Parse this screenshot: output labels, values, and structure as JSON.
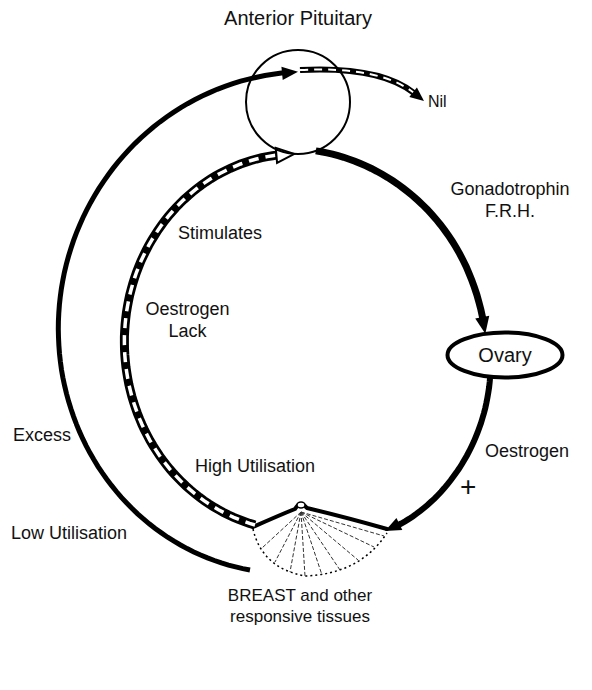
{
  "diagram": {
    "nodes": [
      {
        "text": [
          "Anterior Pituitary"
        ]
      },
      {
        "text": [
          "Ovary"
        ]
      },
      {
        "text": [
          "BREAST and other responsive tissues"
        ]
      }
    ],
    "edges": [
      {
        "from": 0,
        "to": 1,
        "arrow": "to",
        "label": "Gonadotrophin F.R.H."
      },
      {
        "from": 1,
        "to": 2,
        "arrow": "to",
        "label": "Oestrogen"
      },
      {
        "from": 2,
        "to": 0,
        "arrow": "to"
      },
      {
        "from": 2,
        "to": 0,
        "arrow": "to"
      }
    ],
    "labels": [
      "Nil",
      "Stimulates",
      "Oestrogen Lack",
      "High Utilisation",
      "Excess",
      "Low Utilisation",
      "+"
    ]
  }
}
